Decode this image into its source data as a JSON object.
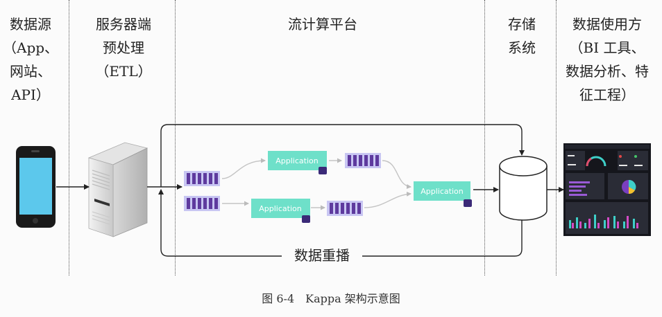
{
  "columns": {
    "source": {
      "lines": [
        "数据源",
        "（App、",
        "网站、",
        "API）"
      ]
    },
    "server": {
      "lines": [
        "服务器端",
        "预处理",
        "（ETL）"
      ]
    },
    "stream": {
      "lines": [
        "流计算平台"
      ]
    },
    "storage": {
      "lines": [
        "存储",
        "系统"
      ]
    },
    "consumer": {
      "lines": [
        "数据使用方",
        "（BI 工具、",
        "数据分析、特",
        "征工程）"
      ]
    }
  },
  "replay_label": "数据重播",
  "apps": [
    "Application",
    "Application",
    "Application"
  ],
  "caption": {
    "figure": "图 6-4",
    "title": "Kappa 架构示意图"
  },
  "colors": {
    "queue_fill": "#5e3a9e",
    "queue_bg": "#c8c6f2",
    "app_fill": "#6ee0c9",
    "app_db": "#3b2a78",
    "phone_screen": "#5cc8ec"
  }
}
